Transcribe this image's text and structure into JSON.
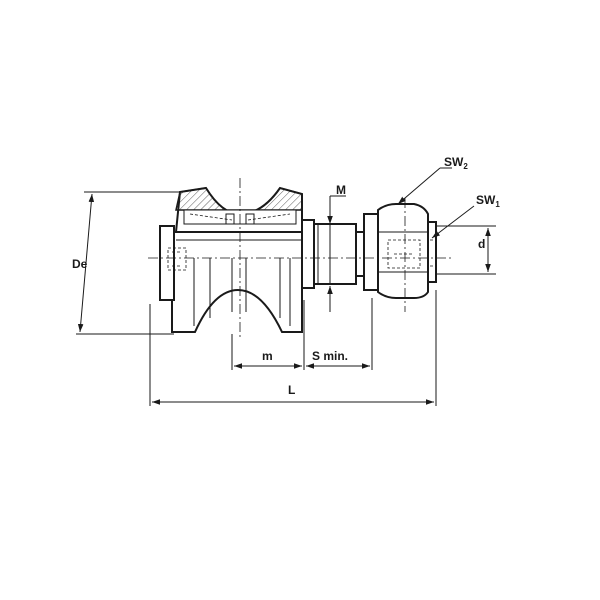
{
  "labels": {
    "De": "De",
    "M": "M",
    "SW2_main": "SW",
    "SW2_sub": "2",
    "SW1_main": "SW",
    "SW1_sub": "1",
    "d": "d",
    "m": "m",
    "S_min": "S min.",
    "L": "L"
  }
}
